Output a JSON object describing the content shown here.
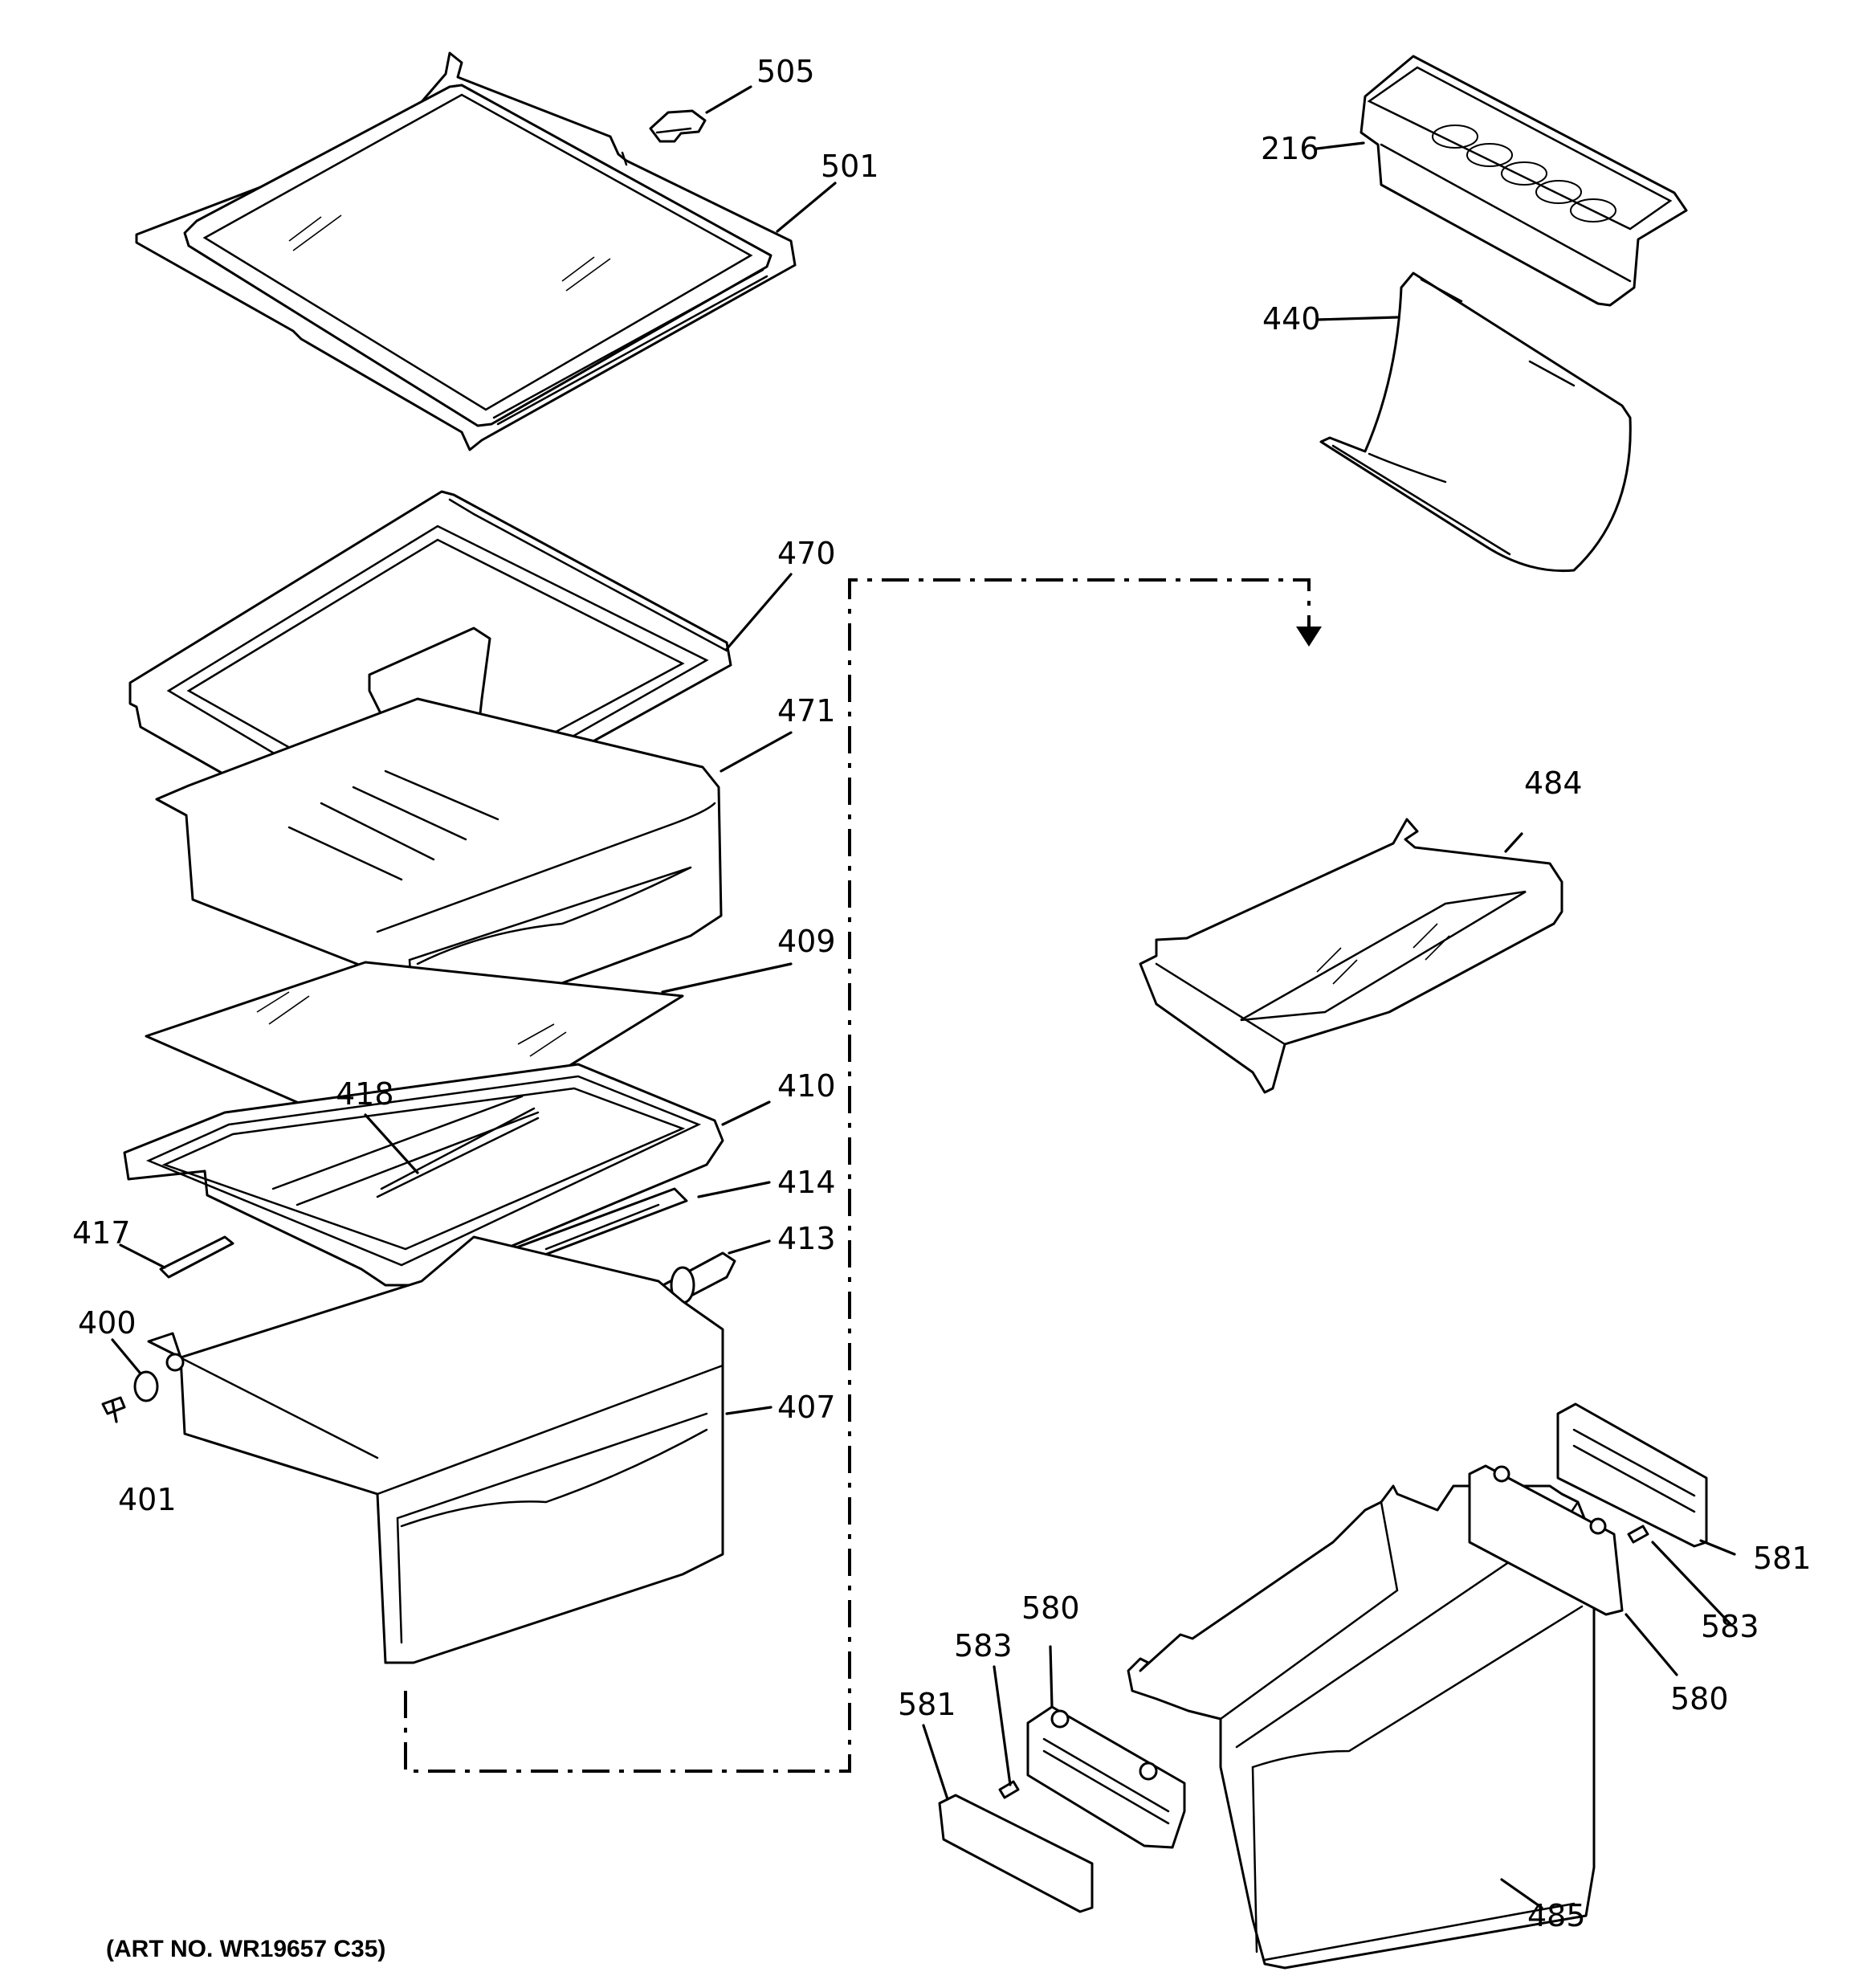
{
  "art_number": "(ART NO. WR19657 C35)",
  "callouts": {
    "c505": "505",
    "c501": "501",
    "c216": "216",
    "c440": "440",
    "c470": "470",
    "c471": "471",
    "c409": "409",
    "c418": "418",
    "c410": "410",
    "c414": "414",
    "c413": "413",
    "c417": "417",
    "c400": "400",
    "c401": "401",
    "c407": "407",
    "c484": "484",
    "c581r": "581",
    "c583r": "583",
    "c580r": "580",
    "c580l": "580",
    "c583l": "583",
    "c581l": "581",
    "c485": "485"
  },
  "parts": [
    "shelf",
    "shelf-clip",
    "bin",
    "bin-cover",
    "pan-cover",
    "pan",
    "glass",
    "seal",
    "frame",
    "handle",
    "humidity-control",
    "rail",
    "cam",
    "screw",
    "drawer",
    "pan-cover-small",
    "snack-pan",
    "slide-rail",
    "screw",
    "slide-bracket"
  ],
  "colors": {
    "line": "#000000",
    "background": "#ffffff"
  }
}
